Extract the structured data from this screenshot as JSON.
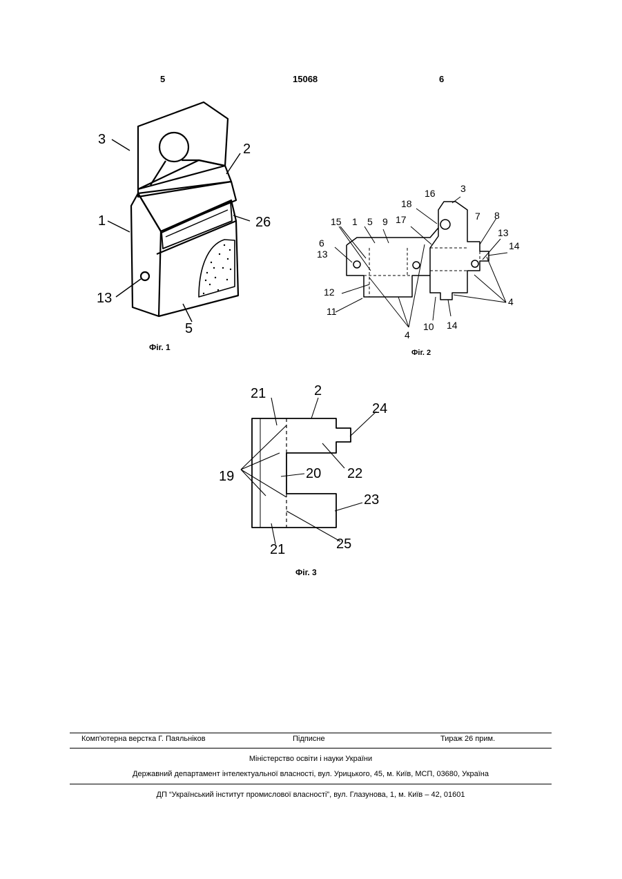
{
  "header": {
    "page_left": "5",
    "patent_number": "15068",
    "page_right": "6"
  },
  "figures": [
    {
      "caption": "Фіг. 1",
      "labels": [
        "3",
        "2",
        "1",
        "26",
        "13",
        "5"
      ]
    },
    {
      "caption": "Фіг. 2",
      "labels": [
        "16",
        "3",
        "18",
        "17",
        "7",
        "8",
        "15",
        "1",
        "5",
        "9",
        "6",
        "13",
        "13",
        "14",
        "12",
        "11",
        "10",
        "14",
        "4",
        "4"
      ]
    },
    {
      "caption": "Фіг. 3",
      "labels": [
        "21",
        "2",
        "24",
        "19",
        "20",
        "22",
        "23",
        "21",
        "25"
      ]
    }
  ],
  "imprint": {
    "typesetting": "Комп'ютерна верстка Г. Паяльніков",
    "signed": "Підписне",
    "circulation": "Тираж 26 прим.",
    "ministry": "Міністерство освіти і науки України",
    "department": "Державний департамент інтелектуальної власності, вул. Урицького, 45, м. Київ, МСП, 03680, Україна",
    "institute": "ДП “Український інститут промислової власності”, вул. Глазунова, 1, м. Київ – 42, 01601"
  }
}
